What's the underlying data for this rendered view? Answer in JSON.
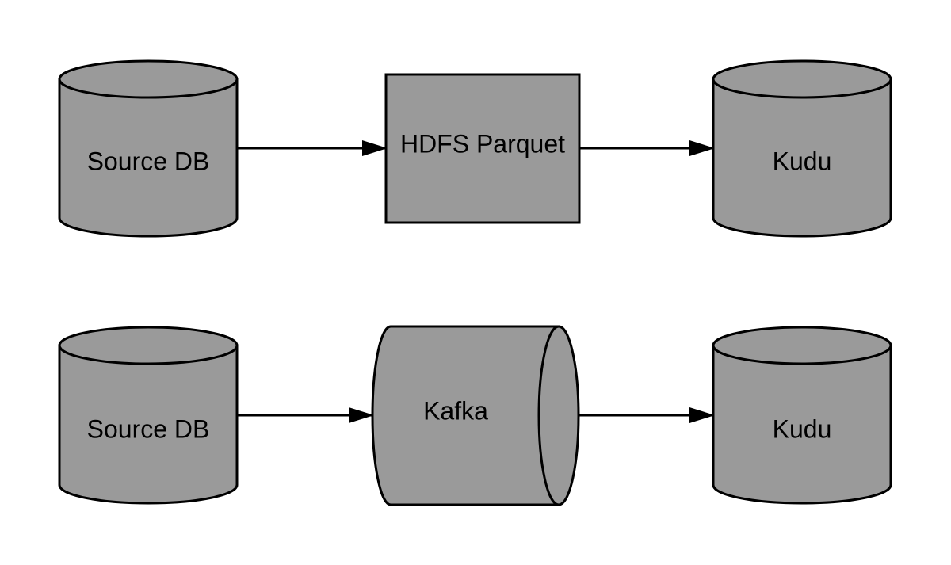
{
  "colors": {
    "shape_fill": "#9a9a9a",
    "stroke": "#000000",
    "background": "#ffffff"
  },
  "pipelines": [
    {
      "source": {
        "label": "Source DB",
        "shape": "database-cylinder"
      },
      "middle": {
        "label": "HDFS Parquet",
        "shape": "rectangle"
      },
      "target": {
        "label": "Kudu",
        "shape": "database-cylinder"
      }
    },
    {
      "source": {
        "label": "Source DB",
        "shape": "database-cylinder"
      },
      "middle": {
        "label": "Kafka",
        "shape": "horizontal-cylinder"
      },
      "target": {
        "label": "Kudu",
        "shape": "database-cylinder"
      }
    }
  ]
}
